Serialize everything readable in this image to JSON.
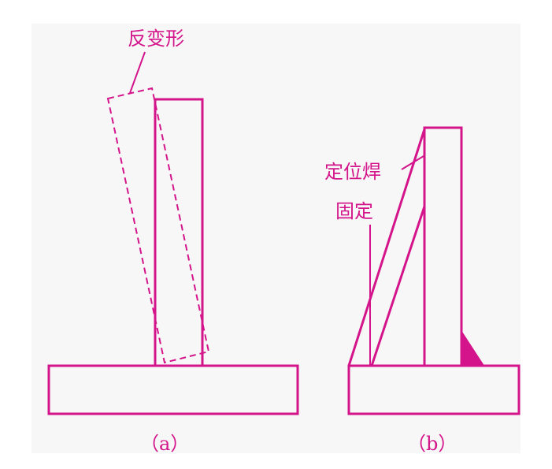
{
  "colors": {
    "background": "#f7f7f7",
    "stroke": "#d4148a"
  },
  "figure_a": {
    "deformation_label": "反变形",
    "caption": "（a）"
  },
  "figure_b": {
    "tack_weld_label": "定位焊",
    "fixing_label": "固定",
    "caption": "（b）"
  }
}
